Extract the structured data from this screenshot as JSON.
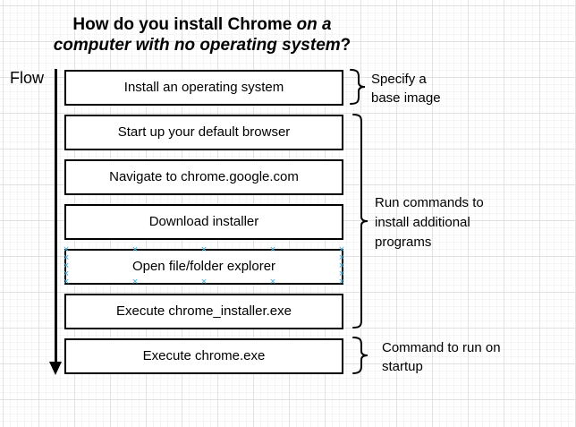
{
  "title": {
    "line1_plain": "How do you install Chrome ",
    "line1_italic": "on a",
    "line2_italic": "computer with no operating system",
    "line2_plain": "?"
  },
  "flow_label": "Flow",
  "boxes": [
    {
      "label": "Install an operating system",
      "selected": false
    },
    {
      "label": "Start up your default browser",
      "selected": false
    },
    {
      "label": "Navigate to chrome.google.com",
      "selected": false
    },
    {
      "label": "Download installer",
      "selected": false
    },
    {
      "label": "Open file/folder explorer",
      "selected": true
    },
    {
      "label": "Execute chrome_installer.exe",
      "selected": false
    },
    {
      "label": "Execute chrome.exe",
      "selected": false
    }
  ],
  "annotations": [
    {
      "lines": [
        "Specify a",
        "base image"
      ]
    },
    {
      "lines": [
        "Run commands to",
        "install additional",
        "programs"
      ]
    },
    {
      "lines": [
        "Command to run on",
        "startup"
      ]
    }
  ],
  "colors": {
    "background": "#ffffff",
    "grid_major": "#e2e2e2",
    "grid_minor": "#f5f5f5",
    "shape_stroke": "#000000",
    "selection_handle": "#4FB3DF"
  }
}
